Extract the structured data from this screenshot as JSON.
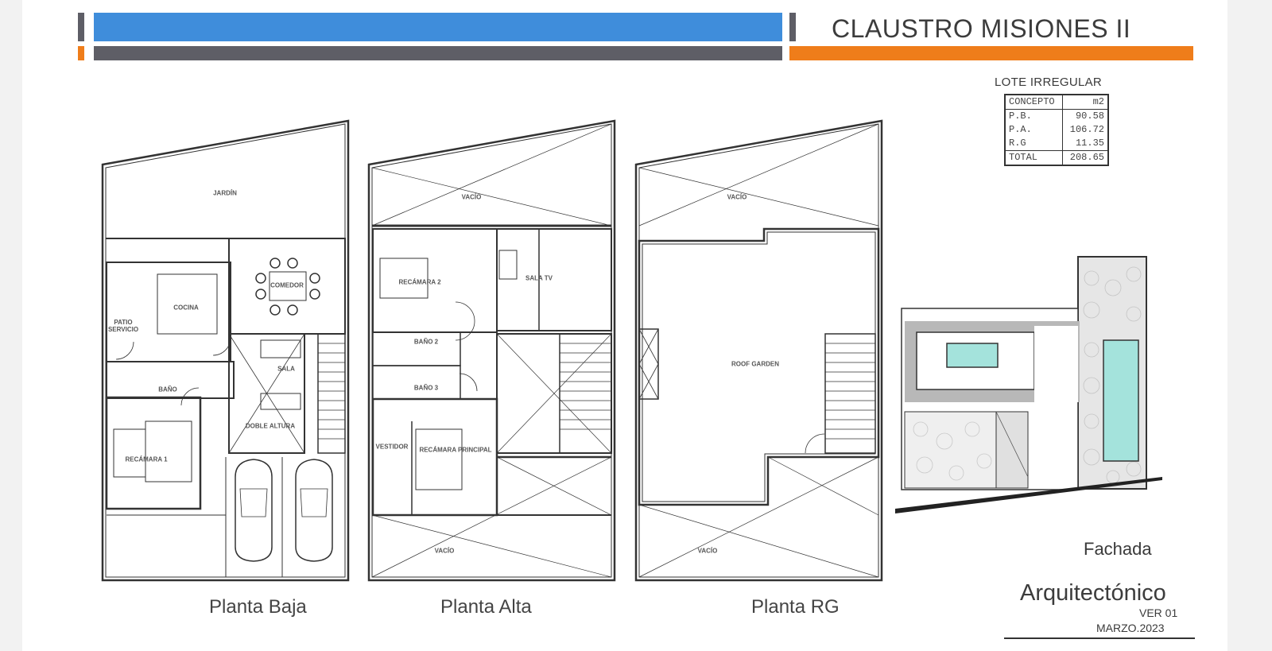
{
  "header": {
    "title": "CLAUSTRO MISIONES II",
    "colors": {
      "blue": "#3f8ddb",
      "grey": "#5e5e66",
      "orange": "#ef7d1a"
    }
  },
  "lote": {
    "label": "LOTE IRREGULAR",
    "columns": [
      "CONCEPTO",
      "m2"
    ],
    "rows": [
      {
        "concept": "P.B.",
        "value": "90.58"
      },
      {
        "concept": "P.A.",
        "value": "106.72"
      },
      {
        "concept": "R.G",
        "value": "11.35"
      }
    ],
    "total": {
      "concept": "TOTAL",
      "value": "208.65"
    }
  },
  "plans": {
    "baja": {
      "label": "Planta Baja",
      "rooms": {
        "jardin": "JARDÍN",
        "comedor": "COMEDOR",
        "cocina": "COCINA",
        "patio": "PATIO SERVICIO",
        "sala": "SALA",
        "bano": "BAÑO",
        "doble": "DOBLE ALTURA",
        "recamara": "RECÁMARA 1"
      }
    },
    "alta": {
      "label": "Planta Alta",
      "rooms": {
        "vacio_top": "VACÍO",
        "recamara2": "RECÁMARA 2",
        "salatv": "SALA TV",
        "bano2": "BAÑO 2",
        "bano3": "BAÑO 3",
        "vestidor": "VESTIDOR",
        "principal": "RECÁMARA PRINCIPAL",
        "vacio_bottom": "VACÍO"
      }
    },
    "rg": {
      "label": "Planta RG",
      "rooms": {
        "vacio_top": "VACÍO",
        "roof": "ROOF GARDEN",
        "vacio_bottom": "VACÍO"
      }
    }
  },
  "fachada": {
    "label": "Fachada"
  },
  "footer": {
    "arq": "Arquitectónico",
    "version": "VER 01",
    "date": "MARZO.2023"
  }
}
